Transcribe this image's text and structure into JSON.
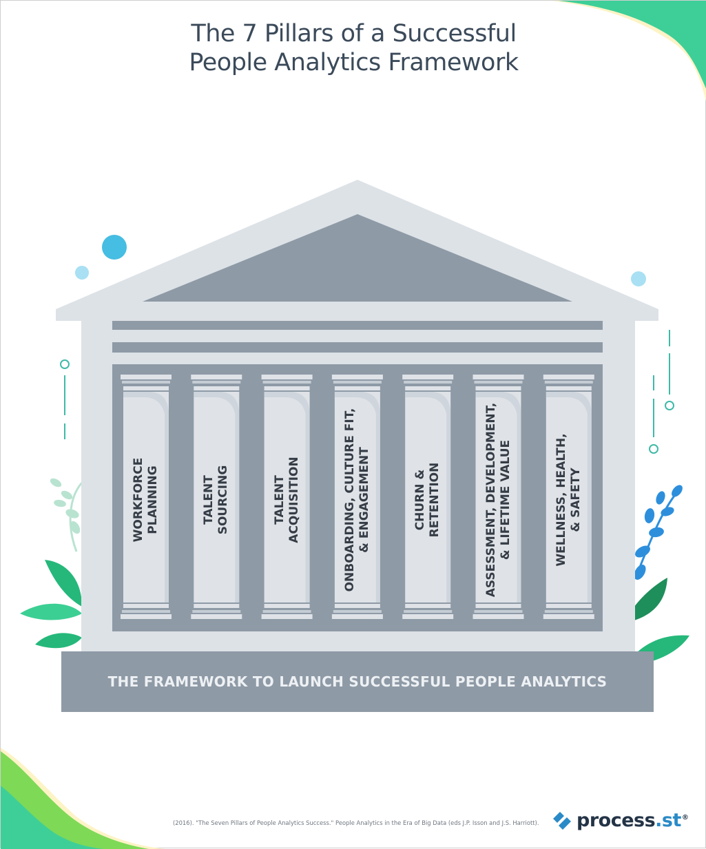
{
  "title": {
    "line1": "The 7 Pillars of a Successful",
    "line2": "People Analytics Framework"
  },
  "pillars": [
    {
      "line1": "WORKFORCE",
      "line2": "PLANNING"
    },
    {
      "line1": "TALENT",
      "line2": "SOURCING"
    },
    {
      "line1": "TALENT",
      "line2": "ACQUISITION"
    },
    {
      "line1": "ONBOARDING, CULTURE FIT,",
      "line2": "& ENGAGEMENT"
    },
    {
      "line1": "CHURN &",
      "line2": "RETENTION"
    },
    {
      "line1": "ASSESSMENT, DEVELOPMENT,",
      "line2": "& LIFETIME VALUE"
    },
    {
      "line1": "WELLNESS, HEALTH,",
      "line2": "& SAFETY"
    }
  ],
  "base": {
    "label": "THE FRAMEWORK TO LAUNCH SUCCESSFUL PEOPLE ANALYTICS"
  },
  "footer": {
    "citation": "(2016). \"The Seven Pillars of People Analytics Success.\" People Analytics in the Era of Big Data (eds J.P. Isson and J.S. Harriott).",
    "brand_name": "process",
    "brand_tld": ".st",
    "brand_reg": "®"
  },
  "colors": {
    "roof_light": "#dde2e7",
    "roof_dark": "#8e9aa6",
    "column_bg": "#8e9aa6",
    "shaft": "#dfe3e8",
    "base": "#8e9aa6",
    "accent_blue": "#46bde2",
    "accent_teal": "#3fb9a8",
    "leaf_green": "#2fbf80",
    "leaf_blue": "#2d8fdc",
    "brand_blue": "#2a8ac7"
  }
}
